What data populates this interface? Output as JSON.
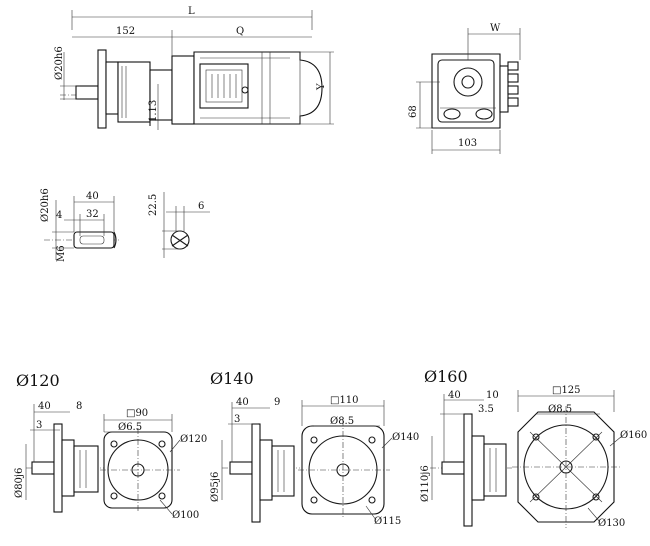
{
  "main_view": {
    "dim_total": "L",
    "dim_flange": "152",
    "dim_motor": "Q",
    "dim_height": "Y",
    "dim_shaft_dia": "Ø20h6",
    "dim_offset": "1.13"
  },
  "side_view": {
    "dim_width": "W",
    "dim_height": "68",
    "dim_base": "103"
  },
  "shaft_detail": {
    "dim_shaft_dia": "Ø20h6",
    "dim_length": "40",
    "dim_shoulder": "4",
    "dim_key": "32",
    "dim_thread": "M6"
  },
  "key_detail": {
    "dim_height": "22.5",
    "dim_width": "6"
  },
  "flanges": [
    {
      "title": "Ø120",
      "d_40": "40",
      "d_right": "8",
      "d_3": "3",
      "spigot": "Ø80j6",
      "square": "□90",
      "hole": "Ø6.5",
      "outer": "Ø120",
      "pcd": "Ø100"
    },
    {
      "title": "Ø140",
      "d_40": "40",
      "d_right": "9",
      "d_3": "3",
      "spigot": "Ø95j6",
      "square": "□110",
      "hole": "Ø8.5",
      "outer": "Ø140",
      "pcd": "Ø115"
    },
    {
      "title": "Ø160",
      "d_40": "40",
      "d_right": "10",
      "d_3": "3.5",
      "spigot": "Ø110j6",
      "square": "□125",
      "hole": "Ø8.5",
      "outer": "Ø160",
      "pcd": "Ø130"
    }
  ]
}
